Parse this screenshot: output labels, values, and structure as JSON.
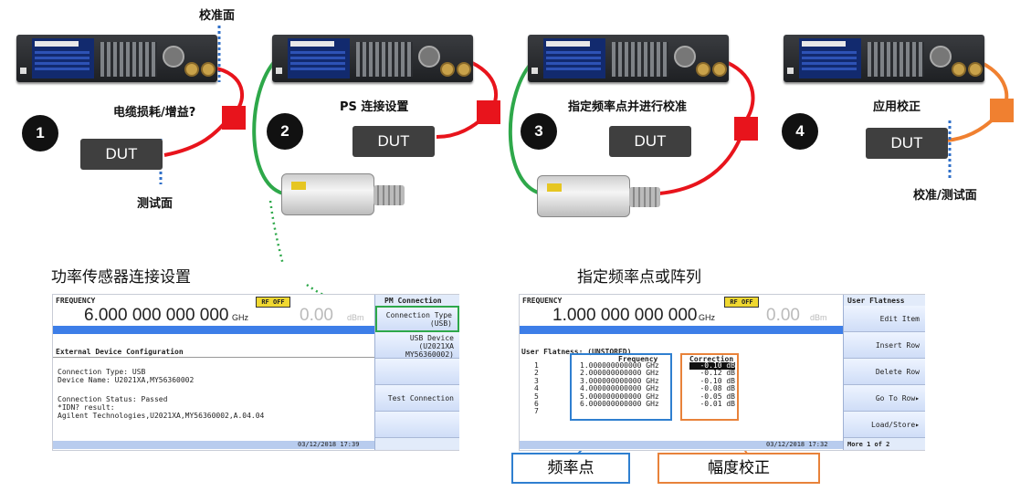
{
  "top_labels": {
    "calib_plane": "校准面",
    "cable_loss": "电缆损耗/增益?",
    "test_plane": "测试面",
    "ps_setup": "PS 连接设置",
    "freq_calib": "指定频率点并进行校准",
    "apply_corr": "应用校正",
    "calib_test_plane": "校准/测试面"
  },
  "steps": [
    "1",
    "2",
    "3",
    "4"
  ],
  "dut_label": "DUT",
  "section_titles": {
    "left": "功率传感器连接设置",
    "right": "指定频率点或阵列"
  },
  "screen_left": {
    "freq_label": "FREQUENCY",
    "rf_off": "RF OFF",
    "freq_value": "6.000 000 000 000",
    "freq_unit": "GHz",
    "amp_value": "0.00",
    "amp_unit": "dBm",
    "panel_title": "External Device Configuration",
    "lines": [
      "Connection Type: USB",
      "Device Name: U2021XA,MY56360002",
      "",
      "Connection Status: Passed",
      "*IDN? result:",
      "Agilent Technologies,U2021XA,MY56360002,A.04.04"
    ],
    "timestamp": "03/12/2018 17:39",
    "menu_title": "PM Connection",
    "softkeys": [
      "Connection Type\n(USB)",
      "USB Device\n(U2021XA\nMY56360002)",
      "",
      "Test Connection",
      ""
    ]
  },
  "screen_right": {
    "freq_label": "FREQUENCY",
    "rf_off": "RF OFF",
    "freq_value": "1.000 000 000 000",
    "freq_unit": "GHz",
    "amp_value": "0.00",
    "amp_unit": "dBm",
    "table_title": "User Flatness: (UNSTORED)",
    "col_freq": "Frequency",
    "col_corr": "Correction",
    "rows": [
      {
        "n": "1",
        "f": "1.000000000000 GHz",
        "c": "-0.10 dB"
      },
      {
        "n": "2",
        "f": "2.000000000000 GHz",
        "c": "-0.12 dB"
      },
      {
        "n": "3",
        "f": "3.000000000000 GHz",
        "c": "-0.10 dB"
      },
      {
        "n": "4",
        "f": "4.000000000000 GHz",
        "c": "-0.08 dB"
      },
      {
        "n": "5",
        "f": "5.000000000000 GHz",
        "c": "-0.05 dB"
      },
      {
        "n": "6",
        "f": "6.000000000000 GHz",
        "c": "-0.01 dB"
      },
      {
        "n": "7",
        "f": "",
        "c": ""
      }
    ],
    "timestamp": "03/12/2018 17:32",
    "menu_title": "User Flatness",
    "softkeys": [
      "Edit Item",
      "Insert Row",
      "Delete Row",
      "Go To Row▸",
      "Load/Store▸"
    ],
    "page": "More 1 of 2"
  },
  "legend": {
    "freq_points": "频率点",
    "amp_corr": "幅度校正"
  },
  "colors": {
    "red_cable": "#e8141c",
    "green_cable": "#2ea84a",
    "orange_cable": "#f08030",
    "blue_box": "#2f7fd0",
    "orange_box": "#e8823a"
  }
}
